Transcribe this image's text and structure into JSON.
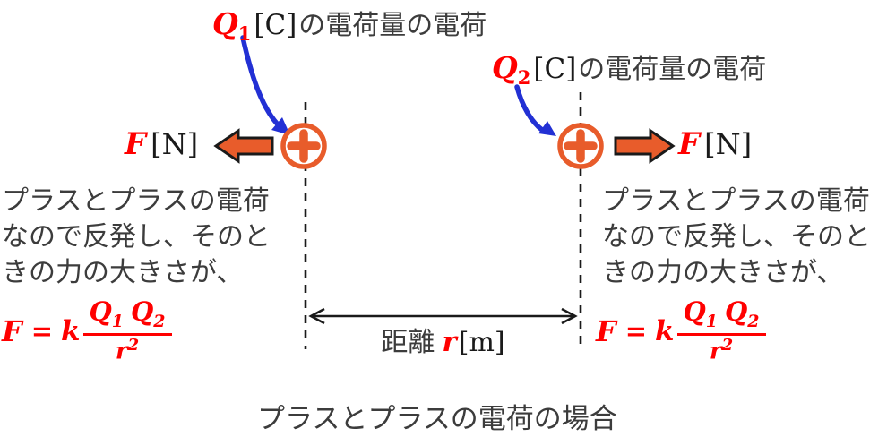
{
  "colors": {
    "charge_orange": "#e85c2b",
    "pointer_blue": "#2230d4",
    "math_red": "#ff0000",
    "text_gray": "#3c3c3c",
    "line_black": "#1a1a1a"
  },
  "icons": {
    "left_charge": "plus-circle-icon",
    "right_charge": "plus-circle-icon"
  },
  "q1_label": {
    "symbol": "Q",
    "subscript": "1",
    "unit": "[C]",
    "suffix": "の電荷量の電荷"
  },
  "q2_label": {
    "symbol": "Q",
    "subscript": "2",
    "unit": "[C]",
    "suffix": "の電荷量の電荷"
  },
  "force_label": {
    "symbol": "F",
    "unit": "[N]"
  },
  "distance_label": {
    "prefix": "距離",
    "symbol": "r",
    "unit": "[m]"
  },
  "note": {
    "line1": "プラスとプラスの電荷",
    "line2": "なので反発し、そのと",
    "line3": "きの力の大きさが、"
  },
  "formula": {
    "lhs": "F",
    "equals": "=",
    "constant": "k",
    "q_symbol": "Q",
    "q1_sub": "1",
    "q2_sub": "2",
    "r_symbol": "r",
    "r_exp": "2"
  },
  "title": "プラスとプラスの電荷の場合"
}
